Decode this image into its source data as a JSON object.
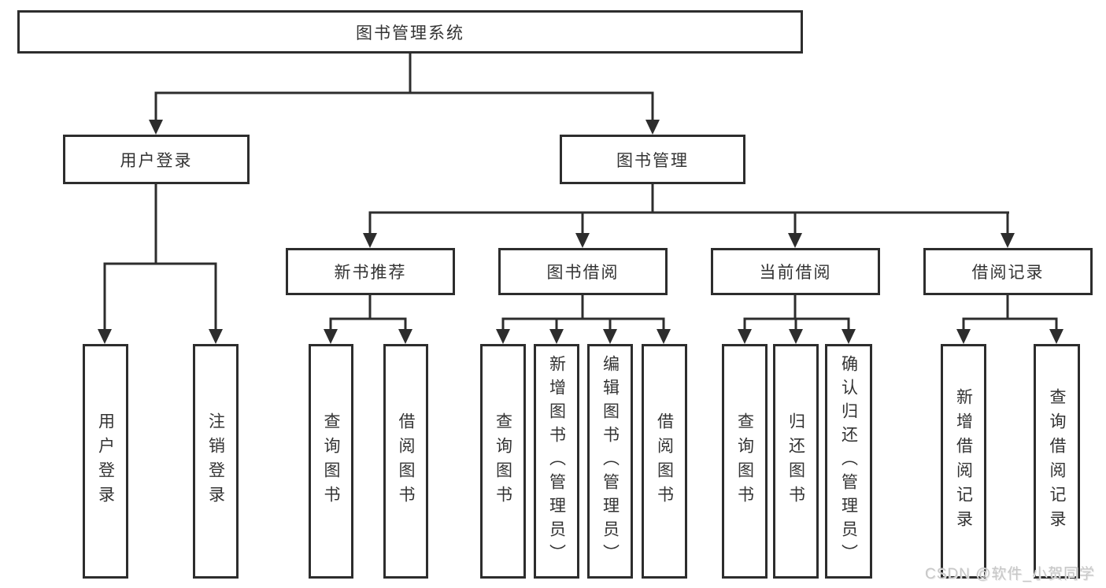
{
  "diagram": {
    "title": "图书管理系统",
    "level2": [
      {
        "label": "用户登录"
      },
      {
        "label": "图书管理"
      }
    ],
    "level3": [
      {
        "label": "新书推荐"
      },
      {
        "label": "图书借阅"
      },
      {
        "label": "当前借阅"
      },
      {
        "label": "借阅记录"
      }
    ],
    "leaves": {
      "userLogin": [
        "用户登录",
        "注销登录"
      ],
      "newBooks": [
        "查询图书",
        "借阅图书"
      ],
      "bookBorrow": [
        "查询图书",
        "新增图书（管理员）",
        "编辑图书（管理员）",
        "借阅图书"
      ],
      "currentBorrow": [
        "查询图书",
        "归还图书",
        "确认归还（管理员）"
      ],
      "borrowRecords": [
        "新增借阅记录",
        "查询借阅记录"
      ]
    },
    "colors": {
      "border": "#2d2d2d",
      "line": "#2d2d2d",
      "text": "#333333",
      "background": "#ffffff",
      "watermark": "#c7c7c7"
    }
  },
  "watermark": {
    "text": "CSDN @软件_小贺同学"
  }
}
